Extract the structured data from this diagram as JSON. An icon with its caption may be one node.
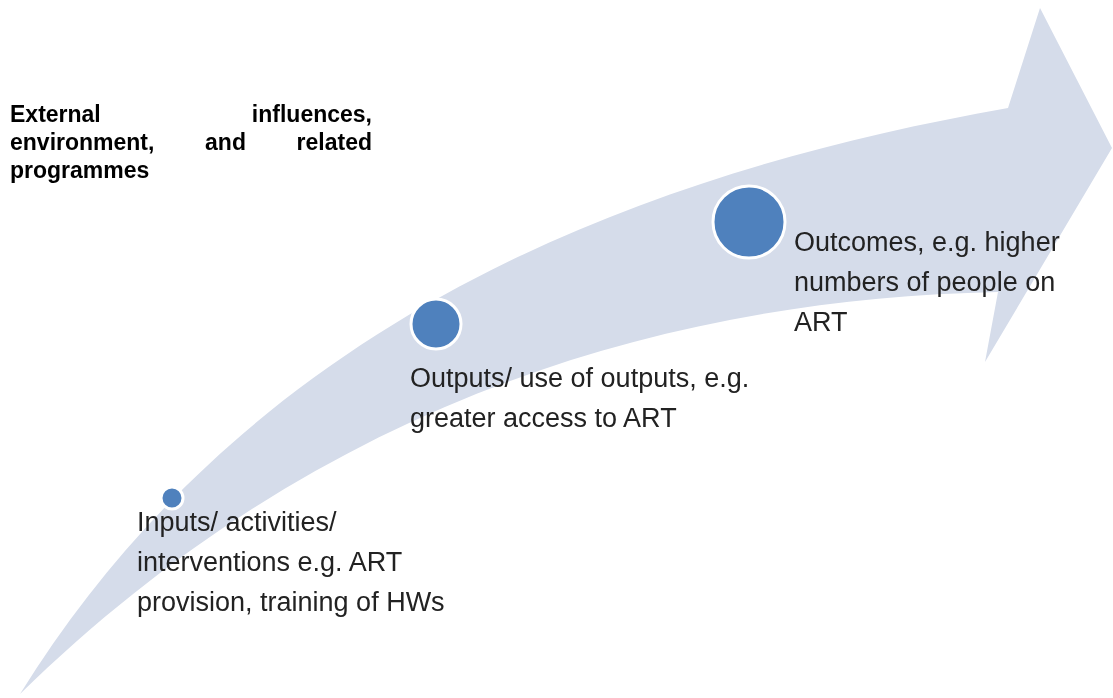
{
  "diagram": {
    "nodes": [
      {
        "text": [],
        "shape": "circle",
        "beside": [
          "Inputs/ activities/ interventions e.g. ART provision, training of HWs"
        ]
      },
      {
        "text": [],
        "shape": "circle",
        "beside": [
          "Outputs/ use of outputs, e.g. greater access to ART"
        ]
      },
      {
        "text": [],
        "shape": "circle",
        "beside": [
          "Outcomes, e.g. higher numbers of people on ART"
        ]
      }
    ],
    "labels": [
      "External influences, environment, and related programmes"
    ]
  }
}
